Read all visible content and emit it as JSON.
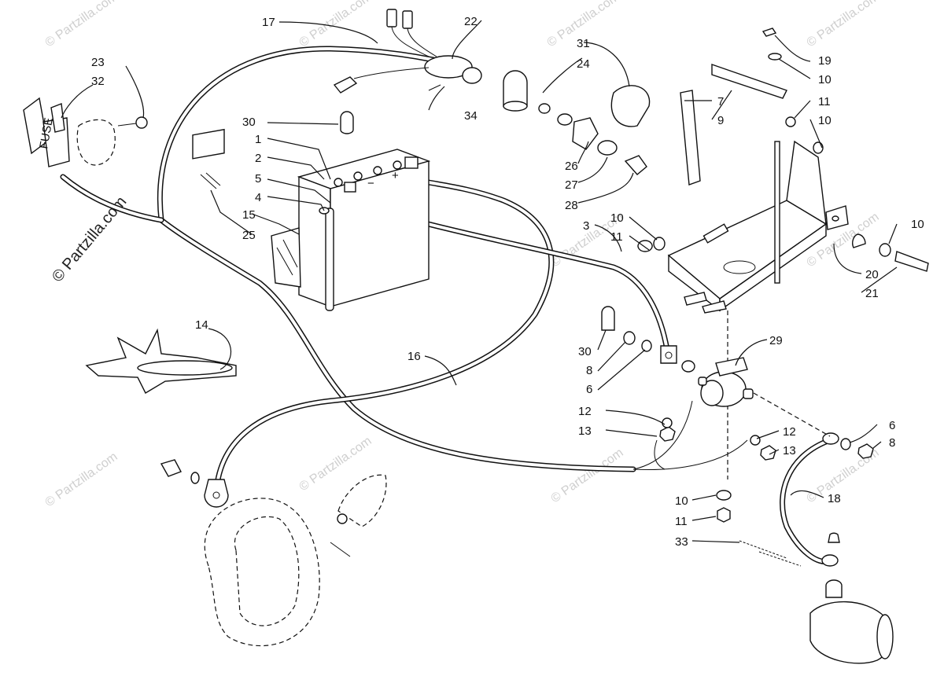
{
  "watermark": {
    "main": "© Partzilla.com",
    "repeat": "© Partzilla.com"
  },
  "fuse_text": "FUSE",
  "battery_signs": {
    "minus": "−",
    "plus": "+"
  },
  "callouts": [
    {
      "id": "c1",
      "text": "1"
    },
    {
      "id": "c2",
      "text": "2"
    },
    {
      "id": "c3",
      "text": "3"
    },
    {
      "id": "c4",
      "text": "4"
    },
    {
      "id": "c5",
      "text": "5"
    },
    {
      "id": "c6a",
      "text": "6"
    },
    {
      "id": "c6b",
      "text": "6"
    },
    {
      "id": "c7",
      "text": "7"
    },
    {
      "id": "c8a",
      "text": "8"
    },
    {
      "id": "c8b",
      "text": "8"
    },
    {
      "id": "c9",
      "text": "9"
    },
    {
      "id": "c10a",
      "text": "10"
    },
    {
      "id": "c10b",
      "text": "10"
    },
    {
      "id": "c10c",
      "text": "10"
    },
    {
      "id": "c10d",
      "text": "10"
    },
    {
      "id": "c10e",
      "text": "10"
    },
    {
      "id": "c11a",
      "text": "11"
    },
    {
      "id": "c11b",
      "text": "11"
    },
    {
      "id": "c11c",
      "text": "11"
    },
    {
      "id": "c12a",
      "text": "12"
    },
    {
      "id": "c12b",
      "text": "12"
    },
    {
      "id": "c13a",
      "text": "13"
    },
    {
      "id": "c13b",
      "text": "13"
    },
    {
      "id": "c14",
      "text": "14"
    },
    {
      "id": "c15",
      "text": "15"
    },
    {
      "id": "c16",
      "text": "16"
    },
    {
      "id": "c17",
      "text": "17"
    },
    {
      "id": "c18",
      "text": "18"
    },
    {
      "id": "c19",
      "text": "19"
    },
    {
      "id": "c20",
      "text": "20"
    },
    {
      "id": "c21",
      "text": "21"
    },
    {
      "id": "c22",
      "text": "22"
    },
    {
      "id": "c23",
      "text": "23"
    },
    {
      "id": "c24",
      "text": "24"
    },
    {
      "id": "c25",
      "text": "25"
    },
    {
      "id": "c26",
      "text": "26"
    },
    {
      "id": "c27",
      "text": "27"
    },
    {
      "id": "c28",
      "text": "28"
    },
    {
      "id": "c29",
      "text": "29"
    },
    {
      "id": "c30a",
      "text": "30"
    },
    {
      "id": "c30b",
      "text": "30"
    },
    {
      "id": "c31",
      "text": "31"
    },
    {
      "id": "c32",
      "text": "32"
    },
    {
      "id": "c33",
      "text": "33"
    },
    {
      "id": "c34",
      "text": "34"
    }
  ]
}
